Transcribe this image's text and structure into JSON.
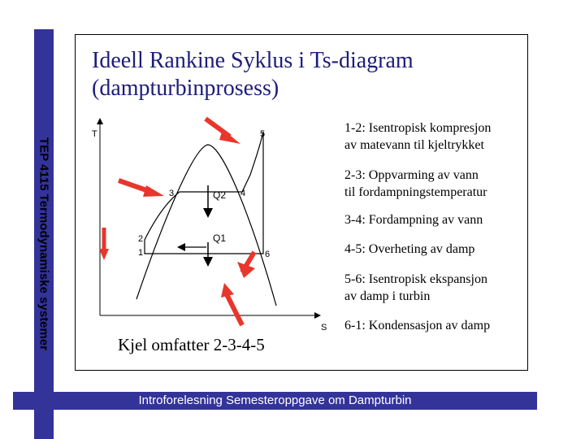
{
  "title_line1": "Ideell Rankine Syklus i Ts-diagram",
  "title_line2": "(dampturbinprosess)",
  "side_label": "TEP 4115 Termodynamiske systemer",
  "footer": "Introforelesning Semesteroppgave om Dampturbin",
  "kjel_note": "Kjel omfatter 2-3-4-5",
  "diagram": {
    "y_axis_label": "T",
    "x_axis_label": "S",
    "points": [
      "1",
      "2",
      "3",
      "4",
      "5",
      "6"
    ],
    "q_in": "Q2",
    "q_out": "Q1"
  },
  "descriptions": [
    {
      "line1": "1-2: Isentropisk kompresjon",
      "line2": "av matevann til kjeltrykket"
    },
    {
      "line1": "2-3: Oppvarming av vann",
      "line2": "til fordampningstemperatur"
    },
    {
      "line1": "3-4: Fordampning av vann",
      "line2": ""
    },
    {
      "line1": "4-5: Overheting av damp",
      "line2": ""
    },
    {
      "line1": "5-6: Isentropisk ekspansjon",
      "line2": "av damp i turbin"
    },
    {
      "line1": "6-1: Kondensasjon av damp",
      "line2": ""
    }
  ],
  "colors": {
    "accent": "#33339a",
    "arrow": "#e8362c",
    "title": "#1d1d7a"
  }
}
